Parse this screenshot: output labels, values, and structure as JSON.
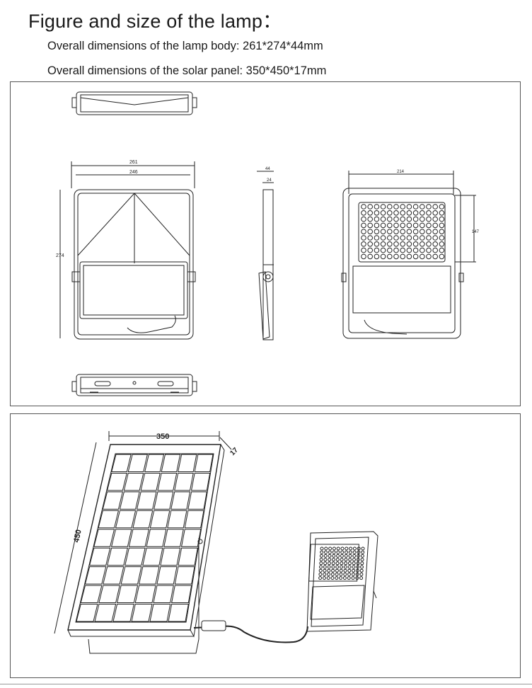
{
  "header": {
    "title": "Figure and size of the  lamp：",
    "body_dims": "Overall dimensions of the lamp body: 261*274*44mm",
    "panel_dims": "Overall dimensions of the solar panel: 350*450*17mm"
  },
  "lamp_drawing": {
    "front_width_outer": "261",
    "front_width_inner": "246",
    "front_height": "274",
    "side_depth_outer": "44",
    "side_depth_inner": "24",
    "back_width": "214",
    "back_height": "147"
  },
  "solar_drawing": {
    "width_label": "350",
    "height_label": "450",
    "thickness_label": "17"
  }
}
